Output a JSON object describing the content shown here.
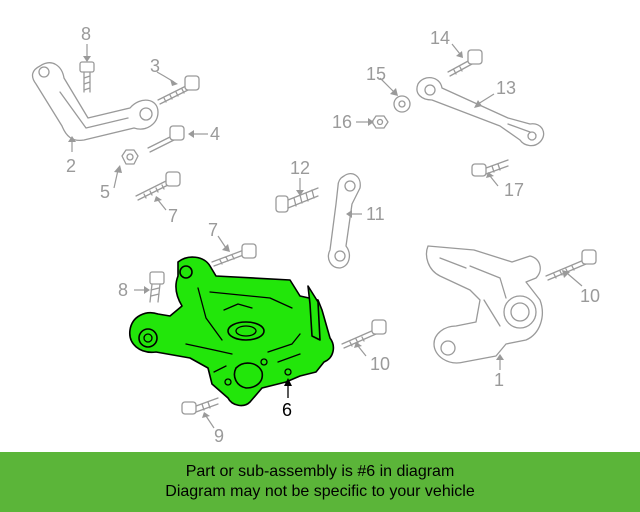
{
  "callouts": {
    "c1": "1",
    "c2": "2",
    "c3": "3",
    "c4": "4",
    "c5": "5",
    "c6": "6",
    "c7a": "7",
    "c7b": "7",
    "c8a": "8",
    "c8b": "8",
    "c9": "9",
    "c10a": "10",
    "c10b": "10",
    "c11": "11",
    "c12": "12",
    "c13": "13",
    "c14": "14",
    "c15": "15",
    "c16": "16",
    "c17": "17"
  },
  "highlight_color": "#22e60a",
  "banner": {
    "color": "#5bb539",
    "line1": "Part or sub-assembly is #6 in diagram",
    "line2": "Diagram may not be specific to your vehicle"
  }
}
